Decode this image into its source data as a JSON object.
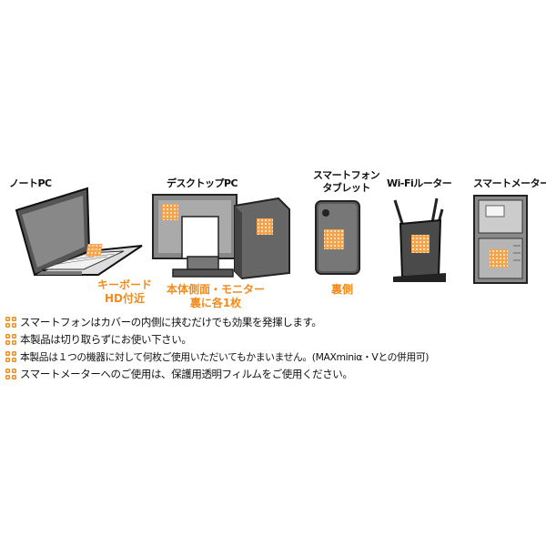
{
  "colors": {
    "accent": "#f08c1e",
    "device_dark": "#2a2a2a",
    "device_gray": "#8a8a8a"
  },
  "devices": {
    "laptop": {
      "label": "ノートPC",
      "note": [
        "キーボード",
        "HD付近"
      ]
    },
    "desktop": {
      "label": "デスクトップPC",
      "note": [
        "本体側面・モニター",
        "裏に各1枚"
      ]
    },
    "phone": {
      "label": [
        "スマートフォン",
        "タブレット"
      ],
      "note": [
        "裏側"
      ]
    },
    "router": {
      "label": "Wi-Fiルーター"
    },
    "meter": {
      "label": "スマートメーター"
    }
  },
  "notes": [
    {
      "icon": "clover-icon",
      "text": "スマートフォンはカバーの内側に挟むだけでも効果を発揮します。"
    },
    {
      "icon": "clover-icon",
      "text": "本製品は切り取らずにお使い下さい。"
    },
    {
      "icon": "clover-icon",
      "text": "本製品は１つの機器に対して何枚ご使用いただいてもかまいません。(MAXminiα・Vとの併用可)"
    },
    {
      "icon": "clover-icon",
      "text": "スマートメーターへのご使用は、保護用透明フィルムをご使用ください。"
    }
  ]
}
